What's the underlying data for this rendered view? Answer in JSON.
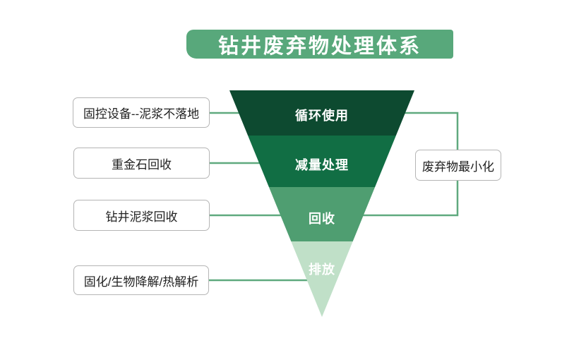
{
  "title": {
    "text": "钻井废弃物处理体系"
  },
  "colors": {
    "banner": "#58a87b",
    "connector_line": "#5fa97e",
    "box_border": "#b5b5b5",
    "box_text": "#212121",
    "funnel_text": "#ffffff",
    "level1": "#0d4a30",
    "level2": "#116e44",
    "level3": "#4f9e71",
    "level4": "#c0e0c8"
  },
  "funnel": {
    "levels": [
      {
        "label": "循环使用",
        "color": "#0d4a30"
      },
      {
        "label": "减量处理",
        "color": "#116e44"
      },
      {
        "label": "回收",
        "color": "#4f9e71"
      },
      {
        "label": "排放",
        "color": "#c0e0c8"
      }
    ]
  },
  "left_boxes": [
    {
      "label": "固控设备--泥浆不落地"
    },
    {
      "label": "重金石回收"
    },
    {
      "label": "钻井泥浆回收"
    },
    {
      "label": "固化/生物降解/热解析"
    }
  ],
  "right_box": {
    "label": "废弃物最小化"
  }
}
